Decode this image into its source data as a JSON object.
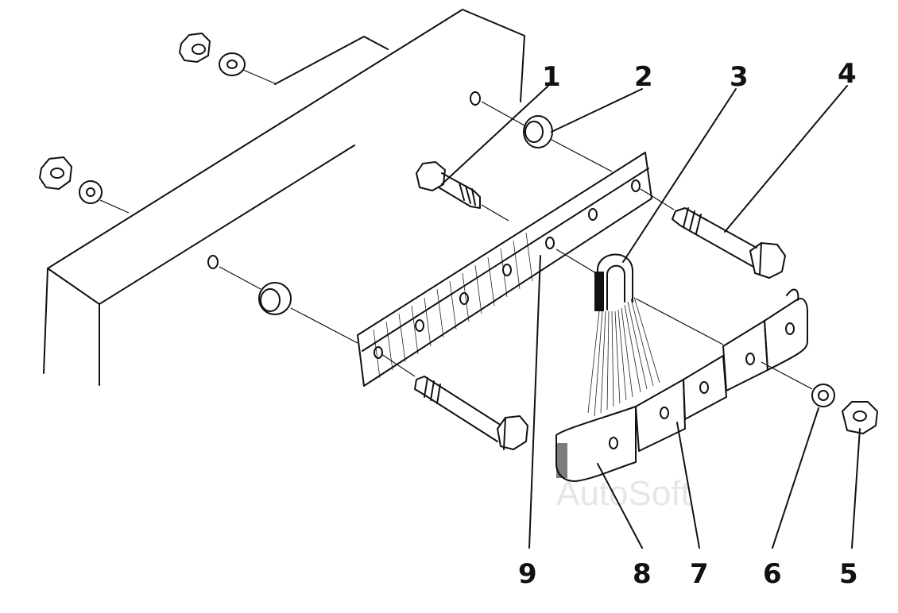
{
  "labels": {
    "l1": "1",
    "l2": "2",
    "l3": "3",
    "l4": "4",
    "l5": "5",
    "l6": "6",
    "l7": "7",
    "l8": "8",
    "l9": "9"
  },
  "watermark": "AutoSoft",
  "colors": {
    "ink": "#111111",
    "paper": "#ffffff",
    "watermark": "#e6e6e6"
  }
}
